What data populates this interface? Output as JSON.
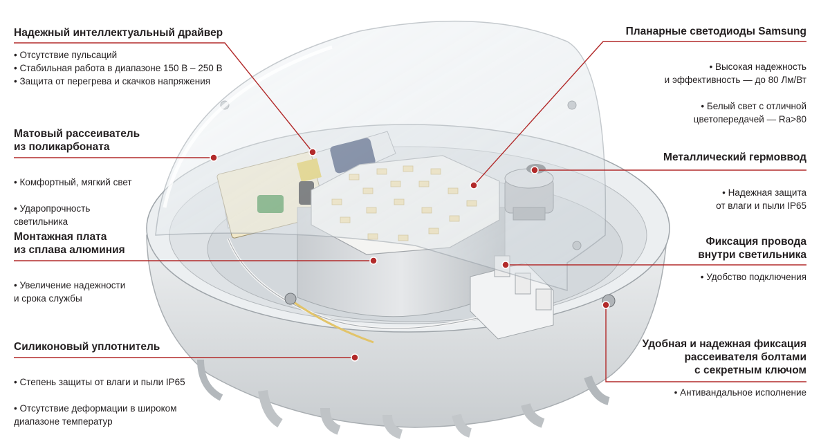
{
  "colors": {
    "accent": "#b22a2a",
    "text": "#231f20",
    "lamp": "#e5e8ea"
  },
  "callouts": {
    "driver": {
      "title": "Надежный интеллектуальный драйвер",
      "items": [
        "Отсутствие пульсаций",
        "Стабильная работа в диапазоне 150 В – 250 В",
        "Защита от перегрева и скачков напряжения"
      ]
    },
    "diffuser": {
      "title": "Матовый рассеиватель\nиз поликарбоната",
      "items": [
        "Комфортный, мягкий свет",
        "Ударопрочность\nсветильника"
      ]
    },
    "board": {
      "title": "Монтажная плата\nиз сплава алюминия",
      "items": [
        "Увеличение надежности\nи срока службы"
      ]
    },
    "seal": {
      "title": "Силиконовый уплотнитель",
      "items": [
        "Степень защиты от влаги и пыли IP65",
        "Отсутствие деформации в широком\nдиапазоне температур"
      ]
    },
    "leds": {
      "title": "Планарные светодиоды Samsung",
      "items": [
        "Высокая надежность\nи эффективность — до 80 Лм/Вт",
        "Белый свет с отличной\nцветопередачей — Ra>80"
      ]
    },
    "gland": {
      "title": "Металлический гермоввод",
      "items": [
        "Надежная защита\nот влаги и пыли IP65"
      ]
    },
    "wire": {
      "title": "Фиксация провода\nвнутри светильника",
      "items": [
        "Удобство подключения"
      ]
    },
    "bolts": {
      "title": "Удобная и надежная фиксация\nрассеивателя болтами\nс секретным ключом",
      "items": [
        "Антивандальное исполнение"
      ]
    }
  }
}
